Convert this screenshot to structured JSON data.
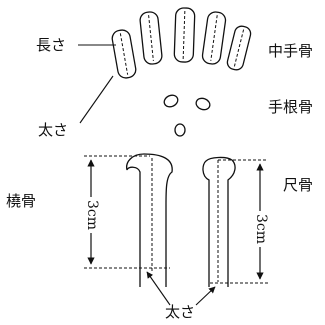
{
  "labels": {
    "length": "長さ",
    "width_top": "太さ",
    "metacarpal": "中手骨",
    "carpal": "手根骨",
    "radius": "橈骨",
    "ulna": "尺骨",
    "measure_left": "3cm",
    "measure_right": "3cm",
    "width_bottom": "太さ"
  },
  "colors": {
    "ink": "#111111",
    "background": "#ffffff"
  }
}
